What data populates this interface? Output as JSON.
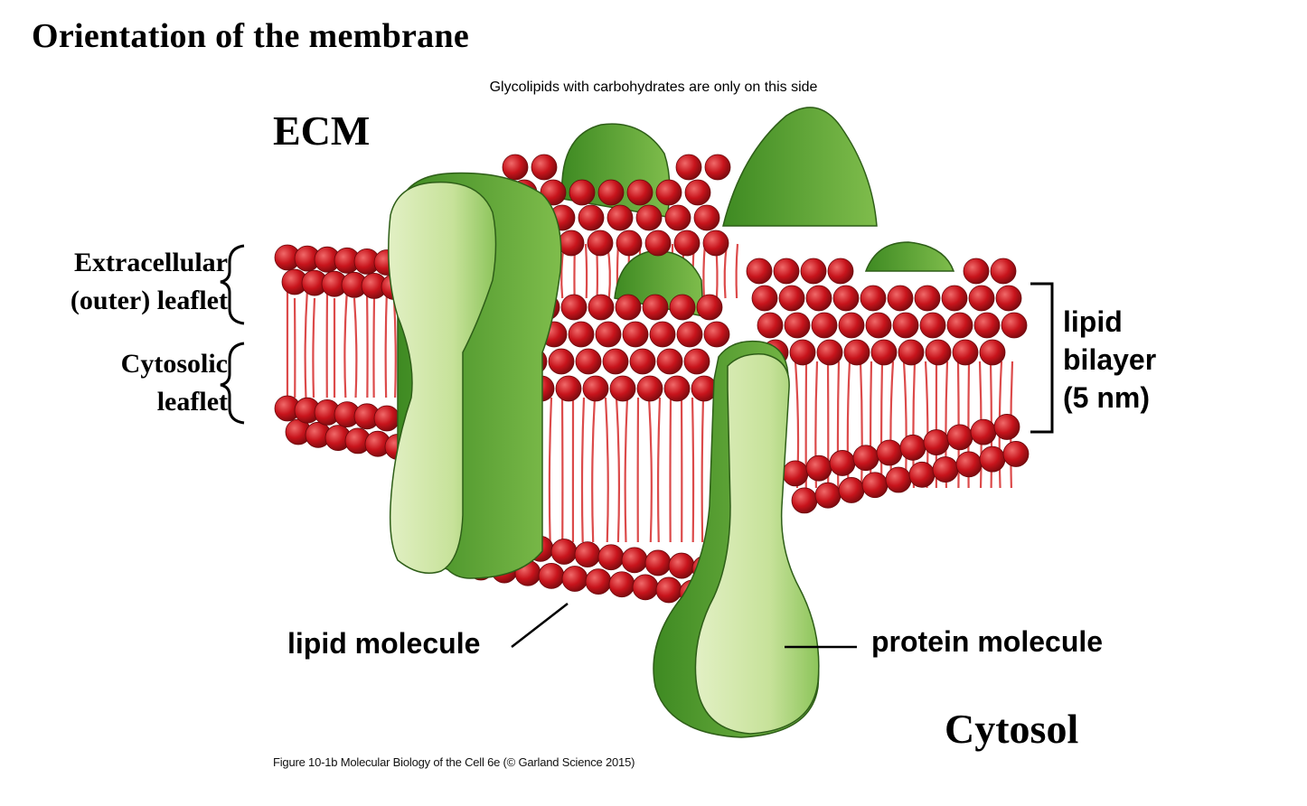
{
  "title": "Orientation of the membrane",
  "note": "Glycolipids with carbohydrates are only on this side",
  "regions": {
    "top": "ECM",
    "bottom": "Cytosol"
  },
  "leaflets": {
    "extracellular": [
      "Extracellular",
      "(outer) leaflet"
    ],
    "cytosolic": [
      "Cytosolic",
      "leaflet"
    ]
  },
  "labels": {
    "lipid_molecule": "lipid molecule",
    "protein_molecule": "protein molecule",
    "bilayer": [
      "lipid",
      "bilayer",
      "(5 nm)"
    ]
  },
  "caption": "Figure 10-1b  Molecular Biology of the Cell 6e (© Garland Science 2015)",
  "colors": {
    "lipid_head": "#c8141c",
    "lipid_tail": "#d62a2a",
    "protein_light": "#cfe6a6",
    "protein_dark": "#4f9e2c"
  }
}
